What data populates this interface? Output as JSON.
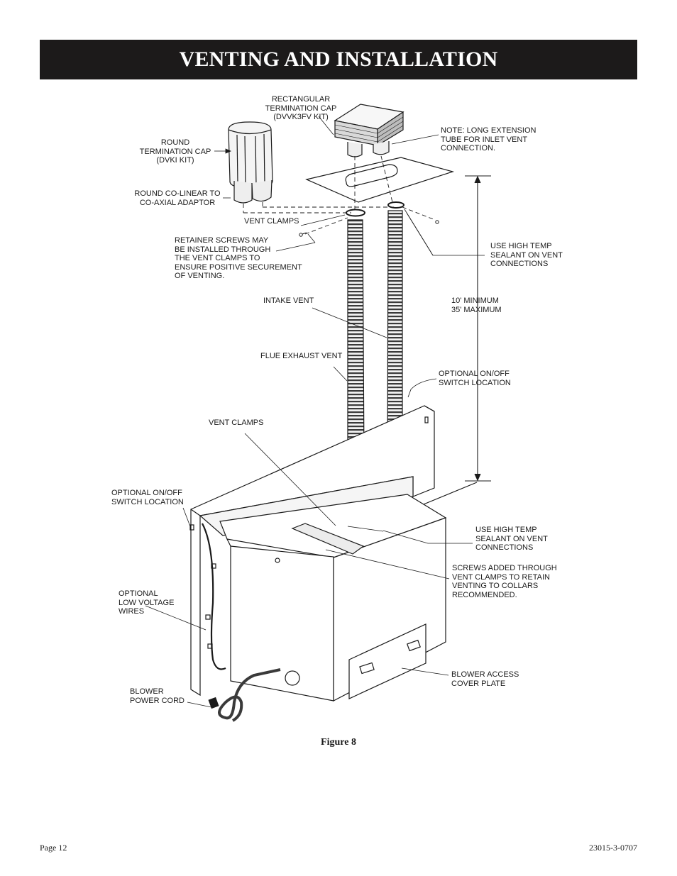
{
  "header": {
    "title": "VENTING AND INSTALLATION"
  },
  "labels": {
    "rect_cap": "RECTANGULAR\nTERMINATION CAP\n(DVVK3FV KIT)",
    "round_cap": "ROUND\nTERMINATION CAP\n(DVKI KIT)",
    "note_extension": "NOTE: LONG EXTENSION\nTUBE FOR INLET VENT\nCONNECTION.",
    "coaxial_adaptor": "ROUND CO-LINEAR TO\nCO-AXIAL ADAPTOR",
    "vent_clamps_top": "VENT CLAMPS",
    "retainer_screws": "RETAINER SCREWS MAY\nBE INSTALLED THROUGH\nTHE VENT CLAMPS TO\nENSURE POSITIVE SECUREMENT\nOF VENTING.",
    "sealant_top": "USE HIGH TEMP\nSEALANT ON VENT\nCONNECTIONS",
    "intake_vent": "INTAKE VENT",
    "length_range": "10' MINIMUM\n35' MAXIMUM",
    "flue_exhaust": "FLUE EXHAUST VENT",
    "switch_right": "OPTIONAL ON/OFF\nSWITCH LOCATION",
    "vent_clamps_mid": "VENT CLAMPS",
    "switch_left": "OPTIONAL ON/OFF\nSWITCH LOCATION",
    "sealant_bottom": "USE HIGH TEMP\nSEALANT ON VENT\nCONNECTIONS",
    "screws_added": "SCREWS ADDED THROUGH\nVENT CLAMPS TO RETAIN\nVENTING TO COLLARS\nRECOMMENDED.",
    "low_voltage": "OPTIONAL\nLOW VOLTAGE\nWIRES",
    "blower_cover": "BLOWER ACCESS\nCOVER PLATE",
    "power_cord": "BLOWER\nPOWER CORD"
  },
  "figure": {
    "caption": "Figure 8"
  },
  "footer": {
    "page": "Page 12",
    "doc_number": "23015-3-0707"
  }
}
